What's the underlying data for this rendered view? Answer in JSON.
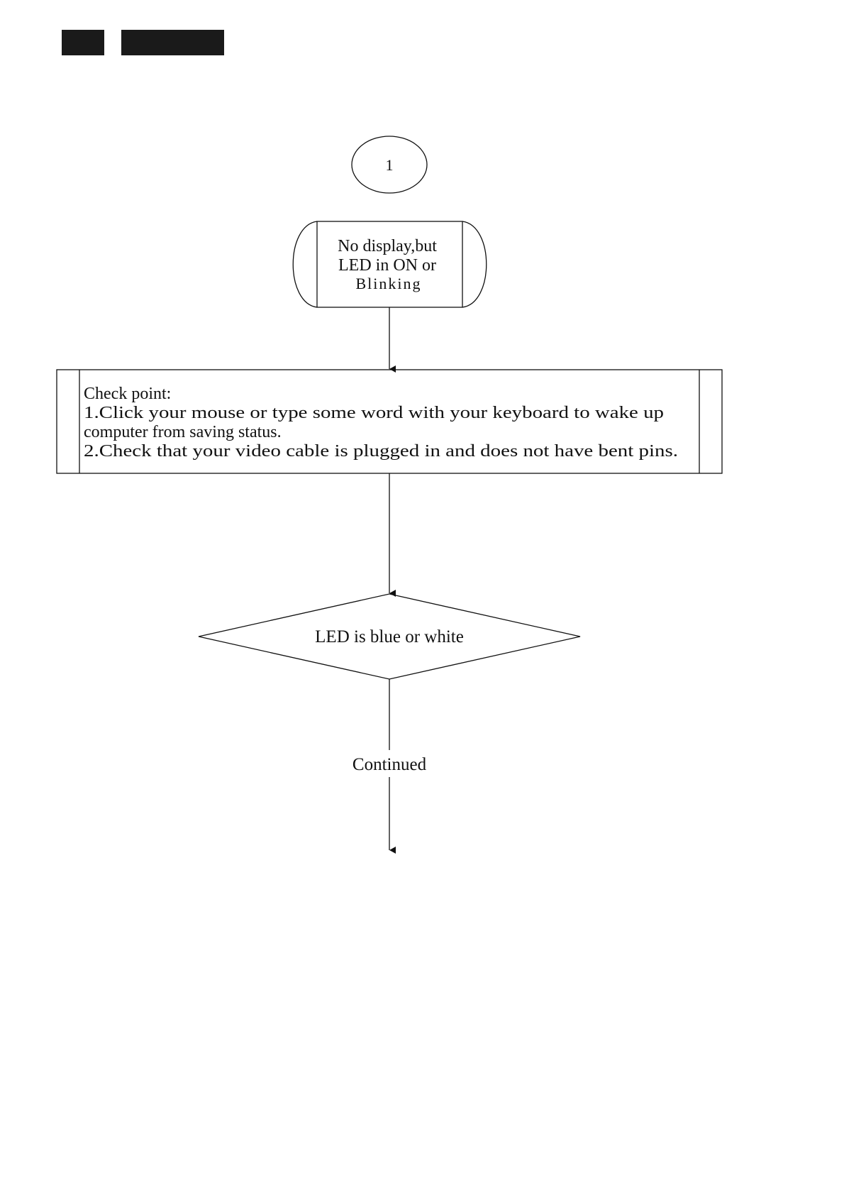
{
  "flowchart": {
    "connector_label": "1",
    "process_lines": [
      "No display,but",
      "LED in ON or",
      "Blinking"
    ],
    "checkpoint": {
      "lines": [
        "Check point:",
        "1.Click your mouse or type some word with your keyboard to wake up",
        "computer from saving status.",
        "2.Check that your video cable is plugged in and does not have bent pins."
      ]
    },
    "decision_label": "LED is blue or white",
    "continued_label": "Continued"
  }
}
